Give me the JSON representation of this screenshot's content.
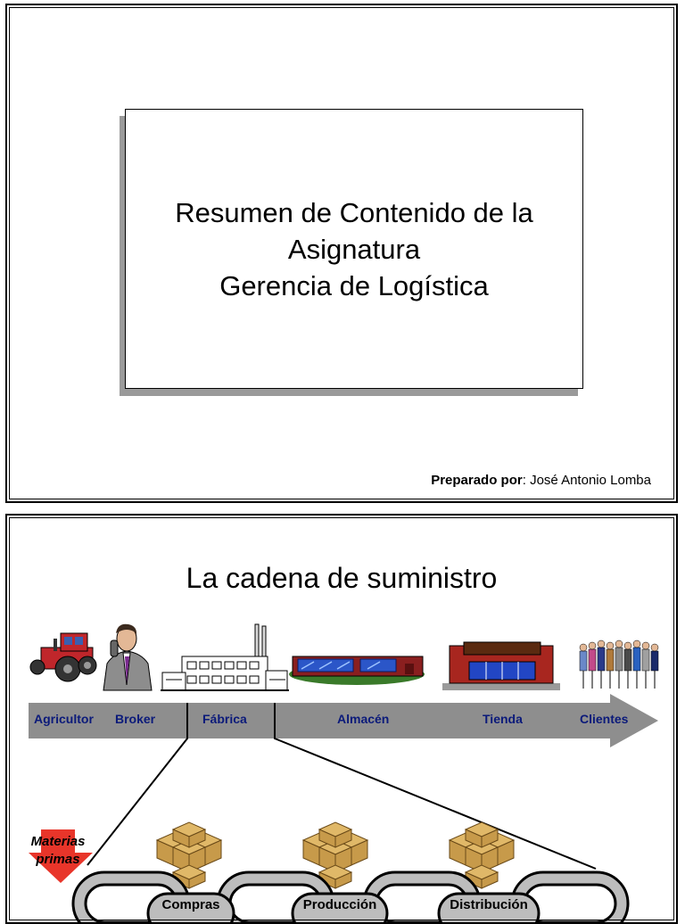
{
  "slide1": {
    "title_lines": [
      "Resumen de Contenido de la",
      "Asignatura",
      "Gerencia de Logística"
    ],
    "prepared_label": "Preparado por",
    "prepared_sep": ":",
    "prepared_name": "José Antonio Lomba"
  },
  "slide2": {
    "title": "La cadena de suministro",
    "arrow_stages": [
      "Agricultor",
      "Broker",
      "Fábrica",
      "Almacén",
      "Tienda",
      "Clientes"
    ],
    "materias_primas": [
      "Materias",
      "primas"
    ],
    "chain_labels": [
      "Compras",
      "Producción",
      "Distribución"
    ],
    "colors": {
      "arrow": "#8e8e8e",
      "stage_text": "#0b1a7a",
      "materias_arrow": "#e8352a",
      "box": "#c79a4a"
    },
    "icons": [
      "tractor-icon",
      "broker-person-icon",
      "factory-icon",
      "warehouse-icon",
      "store-icon",
      "customers-group-icon",
      "boxes-icon"
    ]
  }
}
